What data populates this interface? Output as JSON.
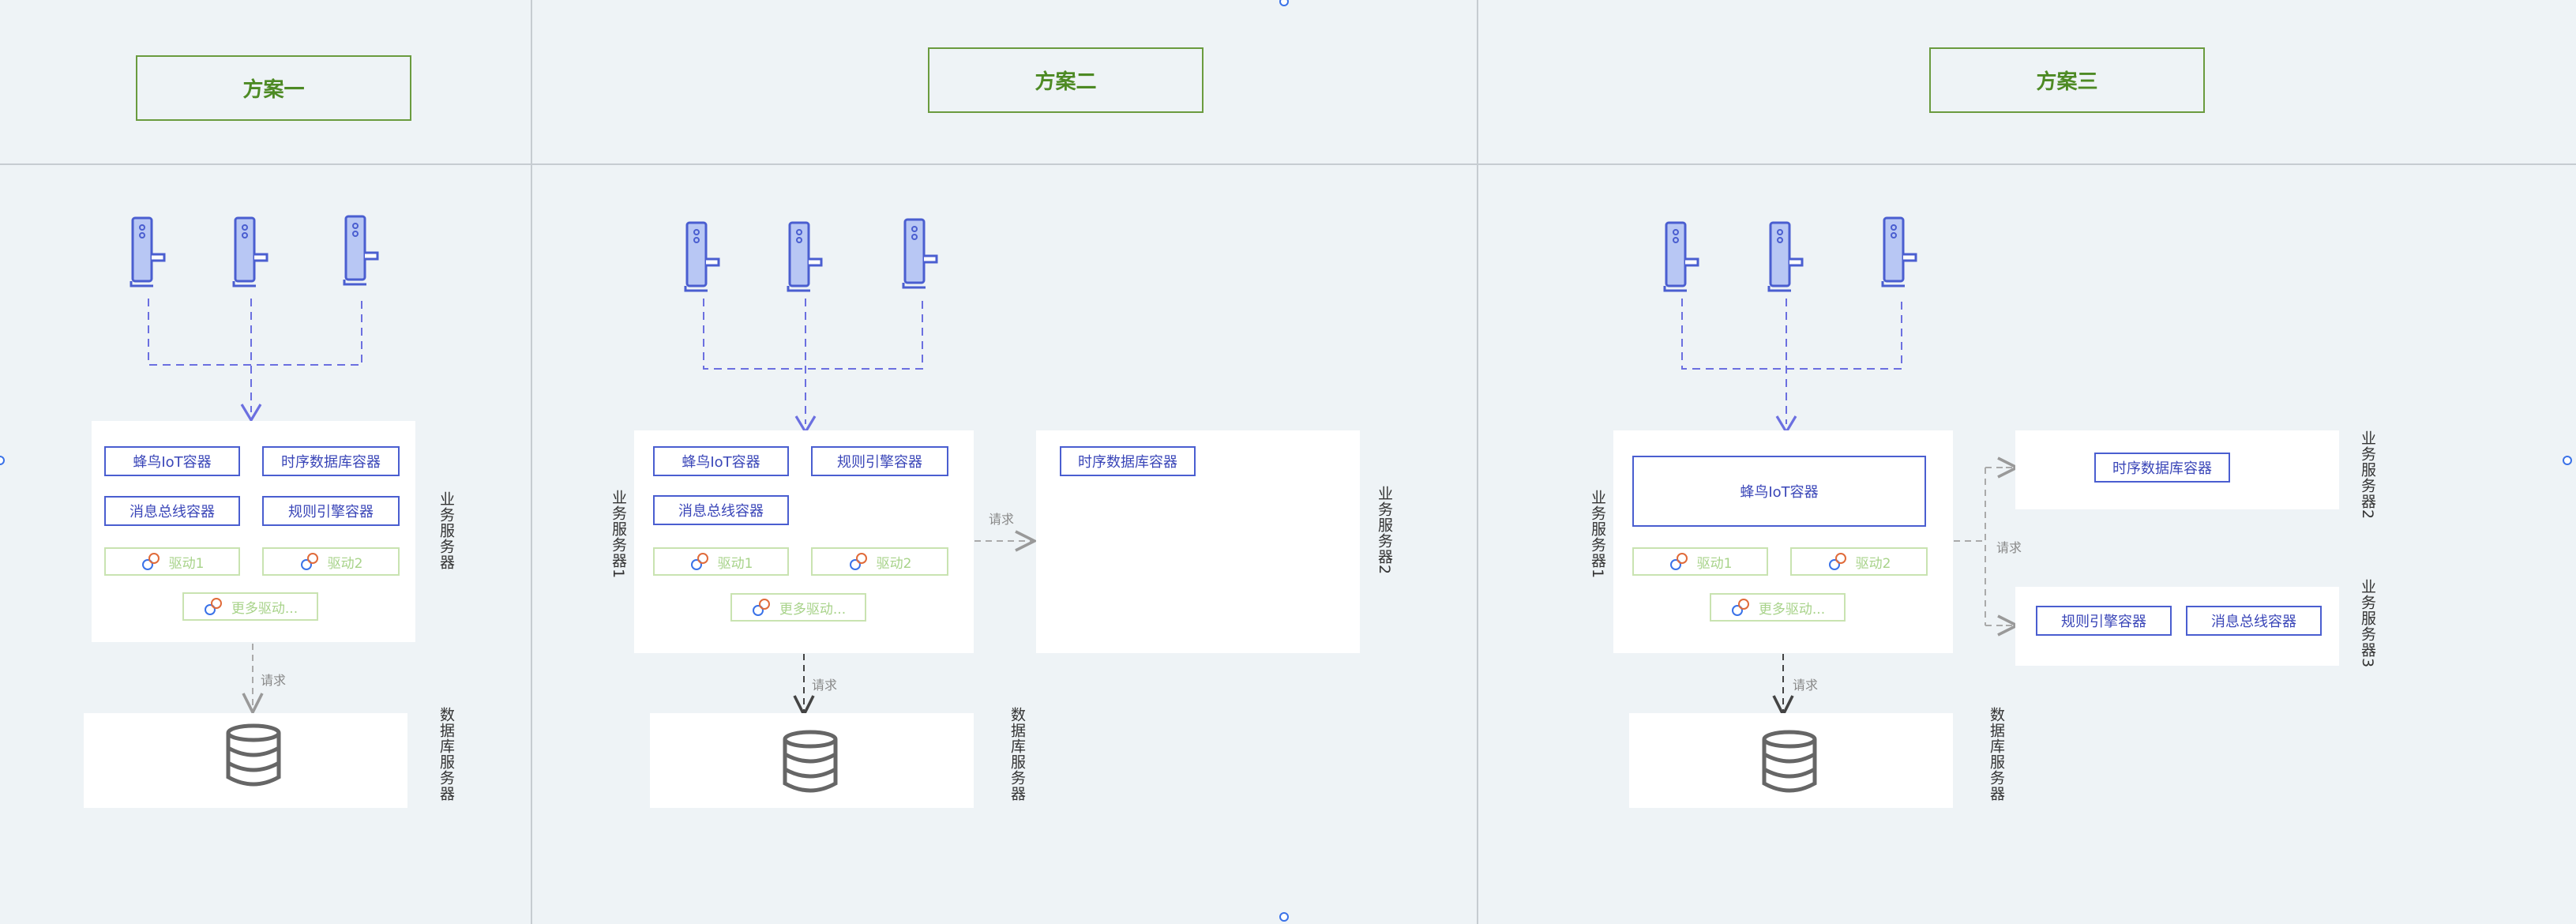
{
  "schemes": [
    {
      "title": "方案一",
      "containers": [
        "蜂鸟IoT容器",
        "时序数据库容器",
        "消息总线容器",
        "规则引擎容器"
      ],
      "drivers": [
        "驱动1",
        "驱动2",
        "更多驱动..."
      ],
      "server_label": "业务服务器",
      "request_label": "请求",
      "db_label": "数据库服务器"
    },
    {
      "title": "方案二",
      "containers": [
        "蜂鸟IoT容器",
        "规则引擎容器",
        "消息总线容器"
      ],
      "drivers": [
        "驱动1",
        "驱动2",
        "更多驱动..."
      ],
      "server_label": "业务服务器1",
      "request_label": "请求",
      "request_label_2": "请求",
      "server2_container": "时序数据库容器",
      "server2_label": "业务服务器2",
      "db_label": "数据库服务器"
    },
    {
      "title": "方案三",
      "containers": [
        "蜂鸟IoT容器"
      ],
      "drivers": [
        "驱动1",
        "驱动2",
        "更多驱动..."
      ],
      "server_label": "业务服务器1",
      "request_label": "请求",
      "request_label_2": "请求",
      "server2_container": "时序数据库容器",
      "server2_label": "业务服务器2",
      "server3_containers": [
        "规则引擎容器",
        "消息总线容器"
      ],
      "server3_label": "业务服务器3",
      "db_label": "数据库服务器"
    }
  ],
  "colors": {
    "background": "#eef3f6",
    "title_border": "#6a9b3e",
    "title_text": "#4d8a24",
    "container_border": "#4a5ed0",
    "driver_border": "#c9e3b1",
    "driver_text": "#a8d38a",
    "connector": "#6b6fe0"
  },
  "icons": [
    "iot-device-icon",
    "database-icon",
    "plug-icon"
  ]
}
